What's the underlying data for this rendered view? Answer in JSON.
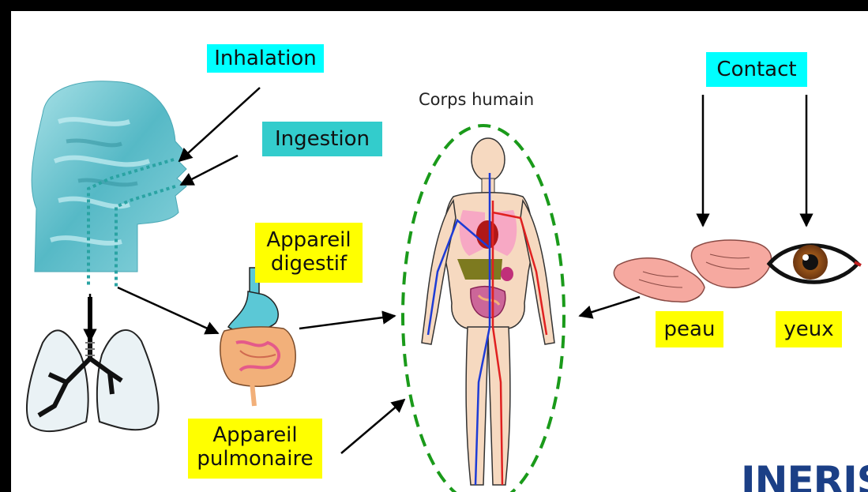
{
  "labels": {
    "inhalation": "Inhalation",
    "ingestion": "Ingestion",
    "appareil_digestif_line1": "Appareil",
    "appareil_digestif_line2": "digestif",
    "appareil_pulmonaire_line1": "Appareil",
    "appareil_pulmonaire_line2": "pulmonaire",
    "corps_humain": "Corps humain",
    "contact": "Contact",
    "peau": "peau",
    "yeux": "yeux"
  },
  "logo": {
    "text": "INERIS"
  },
  "colors": {
    "inhalation_bg": "#00ffff",
    "ingestion_bg": "#33cccc",
    "organ_label_bg": "#ffff00",
    "body_outline": "#1a9a1a",
    "head_fill": "#6fc7d3"
  }
}
